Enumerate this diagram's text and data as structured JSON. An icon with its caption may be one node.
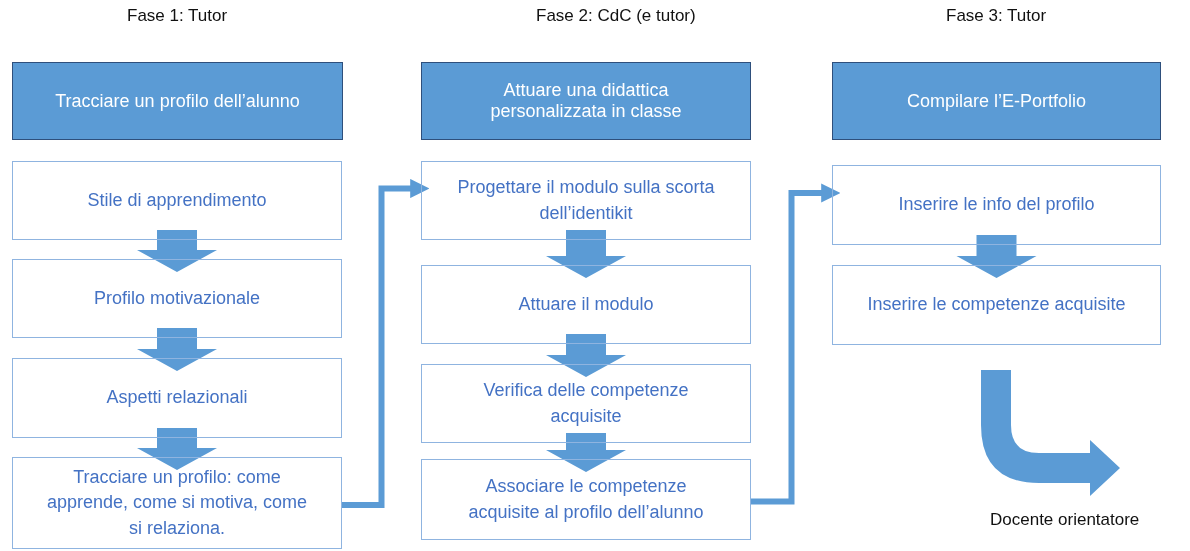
{
  "diagram": {
    "nodes": [
      {
        "text": [
          "Tracciare un profilo dell’alunno"
        ],
        "beside": [
          "Fase 1: Tutor"
        ]
      },
      {
        "text": [
          "Stile di apprendimento"
        ]
      },
      {
        "text": [
          "Profilo motivazionale"
        ]
      },
      {
        "text": [
          "Aspetti relazionali"
        ]
      },
      {
        "text": [
          "Tracciare un profilo: come apprende, come si motiva, come si relaziona."
        ]
      },
      {
        "text": [
          "Attuare una didattica personalizzata in classe"
        ],
        "beside": [
          "Fase 2: CdC (e tutor)"
        ]
      },
      {
        "text": [
          "Progettare il modulo sulla scorta dell’identikit"
        ]
      },
      {
        "text": [
          "Attuare il modulo"
        ]
      },
      {
        "text": [
          "Verifica delle competenze acquisite"
        ]
      },
      {
        "text": [
          "Associare le competenze acquisite al profilo dell’alunno"
        ]
      },
      {
        "text": [
          "Compilare l’E-Portfolio"
        ],
        "beside": [
          "Fase 3: Tutor"
        ]
      },
      {
        "text": [
          "Inserire le info del profilo"
        ]
      },
      {
        "text": [
          "Inserire le competenze acquisite"
        ]
      }
    ],
    "edges": [
      {
        "from": 1,
        "to": 2,
        "arrow": "to",
        "style": "thick"
      },
      {
        "from": 2,
        "to": 3,
        "arrow": "to",
        "style": "thick"
      },
      {
        "from": 3,
        "to": 4,
        "arrow": "to",
        "style": "thick"
      },
      {
        "from": 4,
        "to": 6,
        "arrow": "to"
      },
      {
        "from": 6,
        "to": 7,
        "arrow": "to",
        "style": "thick"
      },
      {
        "from": 7,
        "to": 8,
        "arrow": "to",
        "style": "thick"
      },
      {
        "from": 8,
        "to": 9,
        "arrow": "to",
        "style": "thick"
      },
      {
        "from": 9,
        "to": 11,
        "arrow": "to"
      },
      {
        "from": 11,
        "to": 12,
        "arrow": "to",
        "style": "thick"
      }
    ],
    "labels": [
      "Docente orientatore"
    ]
  }
}
